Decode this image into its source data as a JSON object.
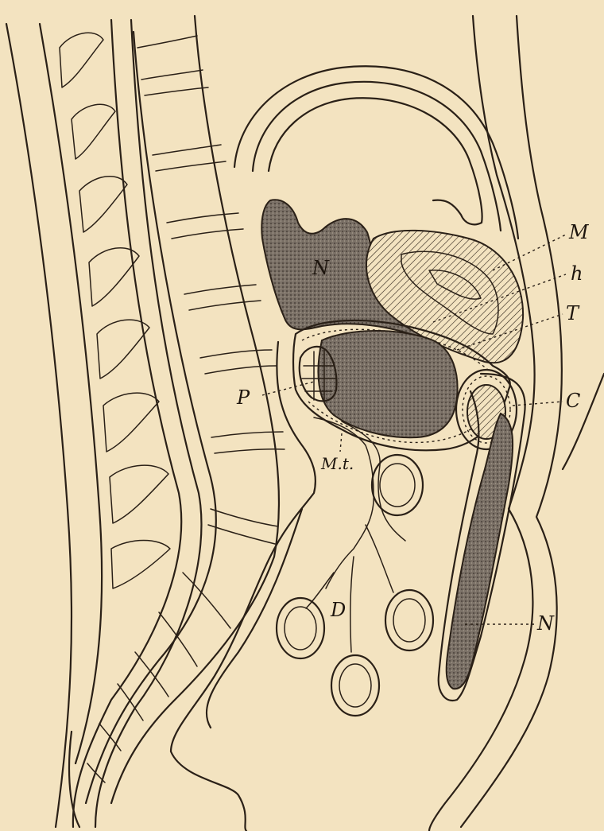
{
  "figure": {
    "labels": {
      "N_upper": "N",
      "M": "M",
      "h": "h",
      "T": "T",
      "C": "C",
      "P": "P",
      "Mt": "M.t.",
      "D": "D",
      "N_lower": "N"
    },
    "colors": {
      "paper": "#f3e3c0",
      "ink": "#2a2017",
      "stipple": "#6f665c"
    }
  }
}
